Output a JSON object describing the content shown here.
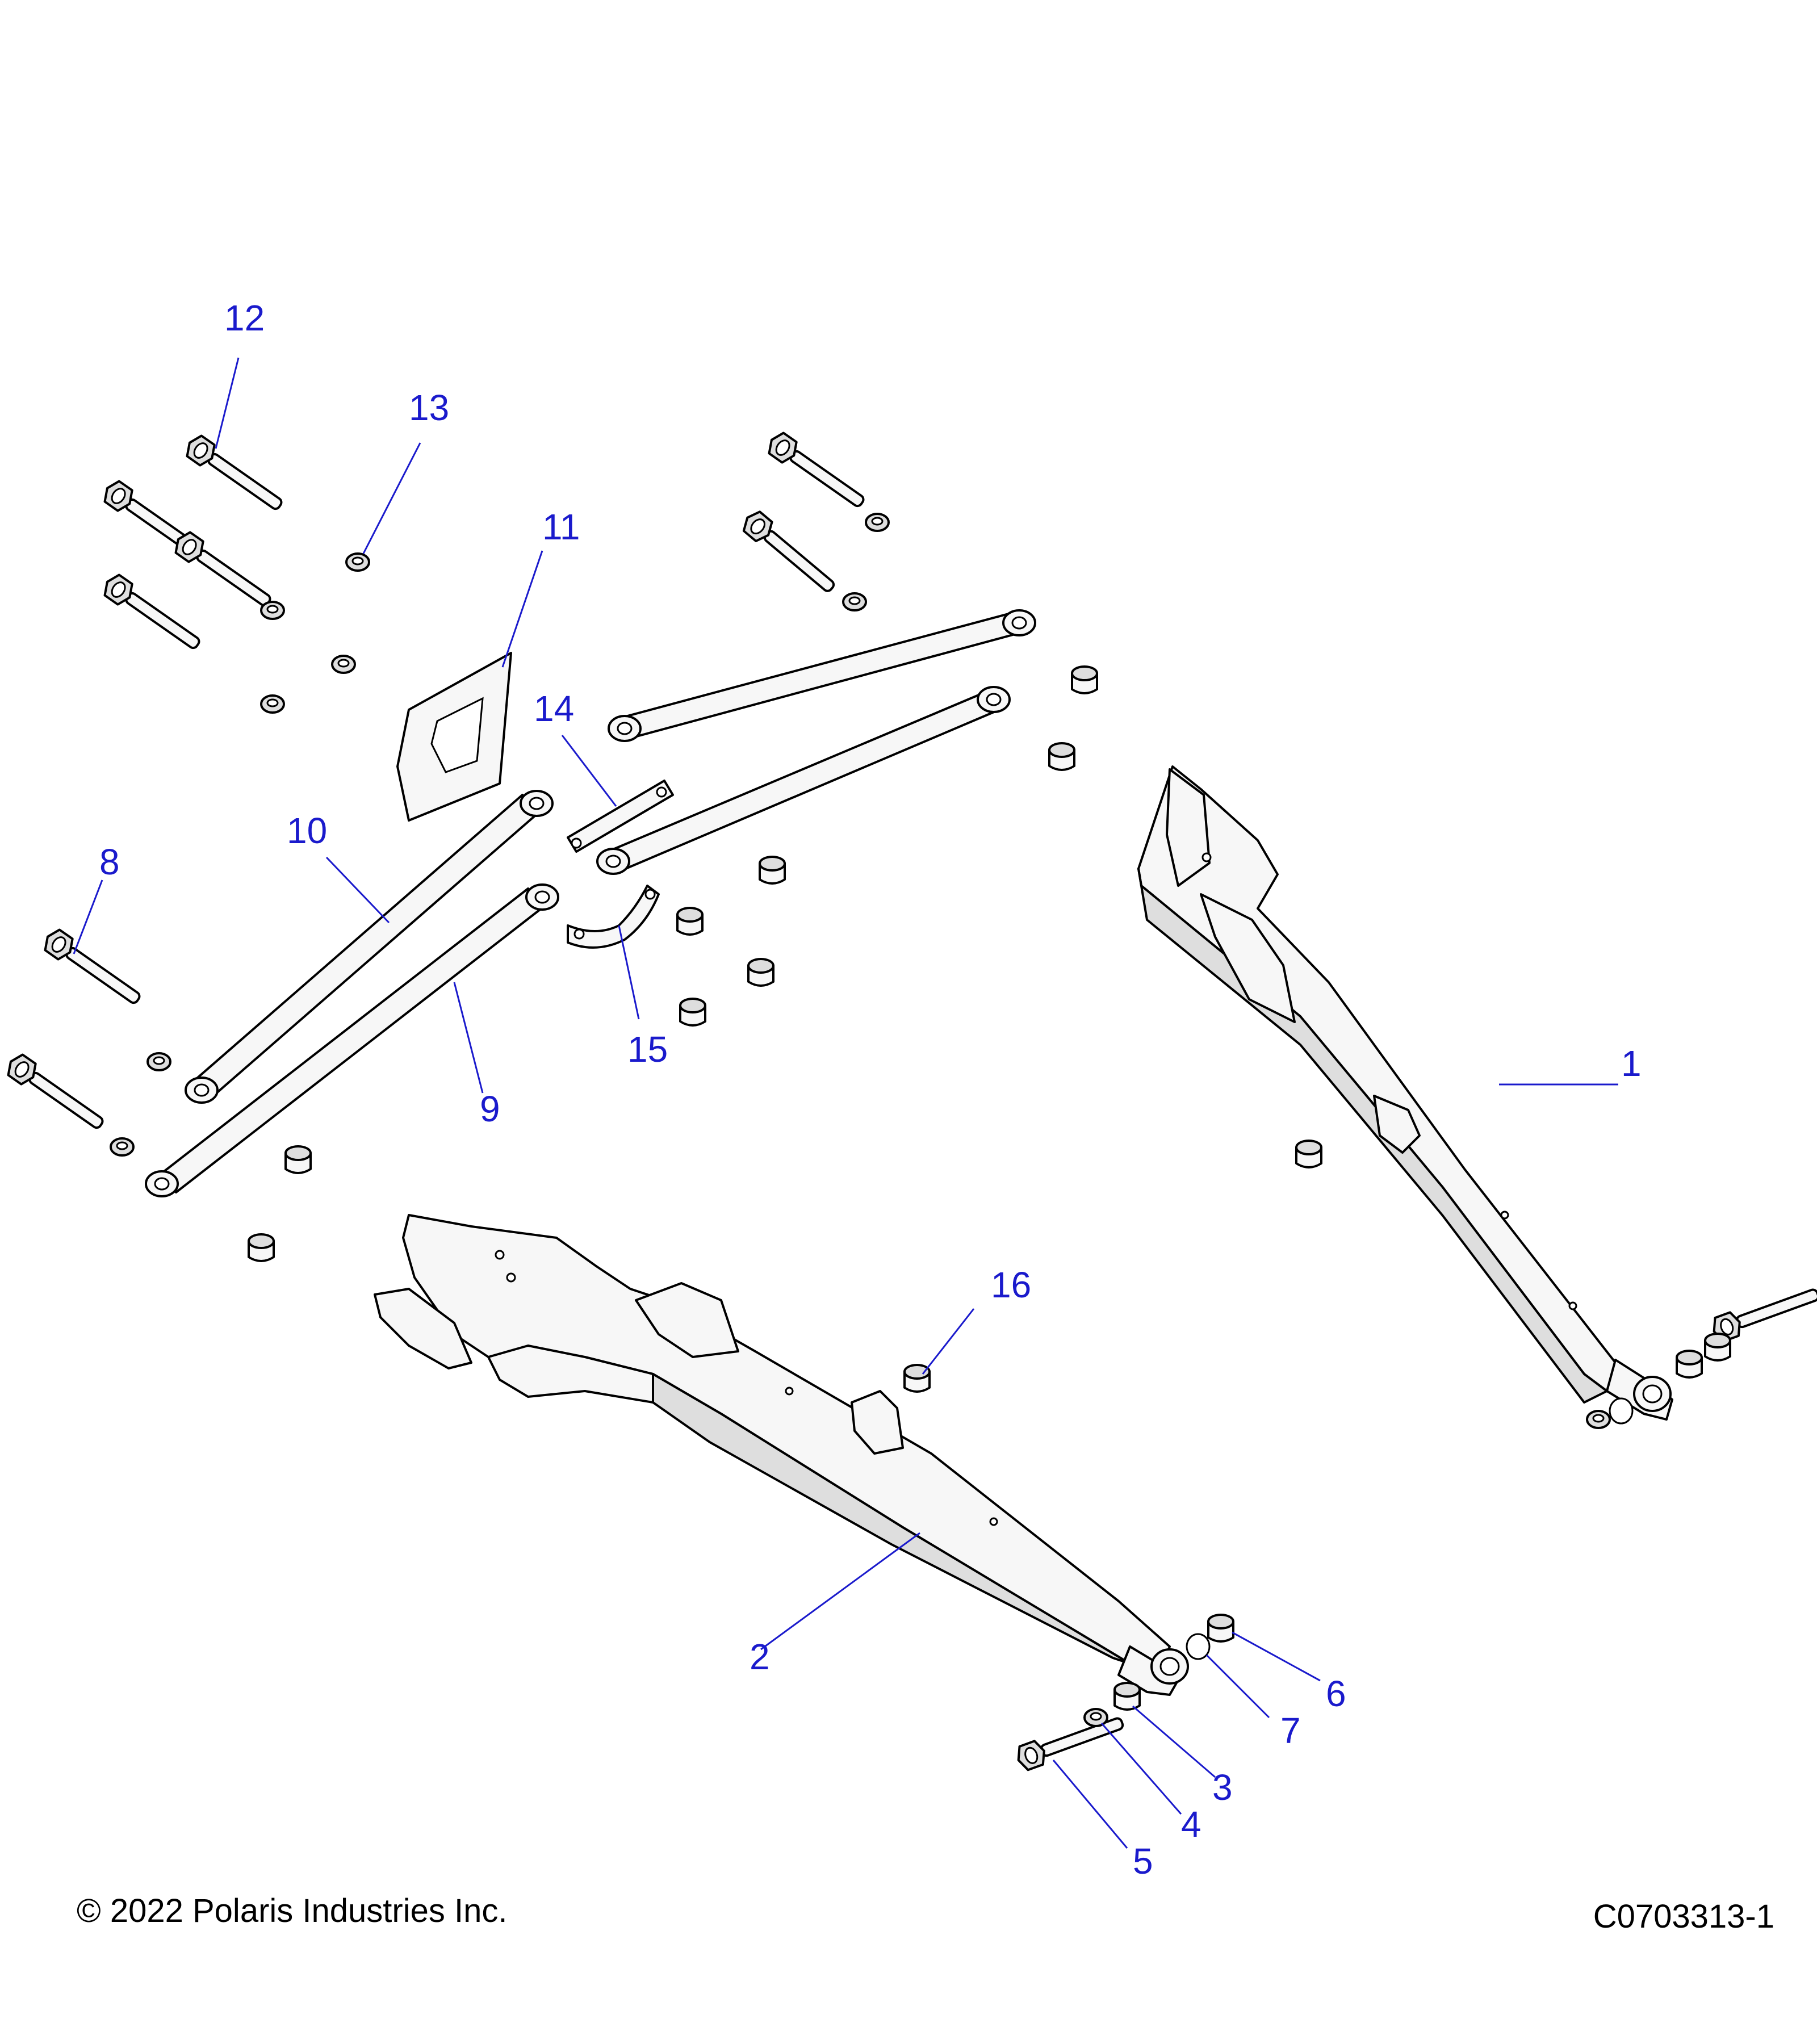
{
  "diagram": {
    "callouts": [
      "1",
      "2",
      "3",
      "4",
      "5",
      "6",
      "7",
      "8",
      "9",
      "10",
      "11",
      "12",
      "13",
      "14",
      "15",
      "16"
    ],
    "copyright": "© 2022 Polaris Industries Inc.",
    "figure_id": "C0703313-1",
    "colors": {
      "callout": "#1a1acc",
      "line": "#000000",
      "fill": "#f7f7f7"
    }
  }
}
